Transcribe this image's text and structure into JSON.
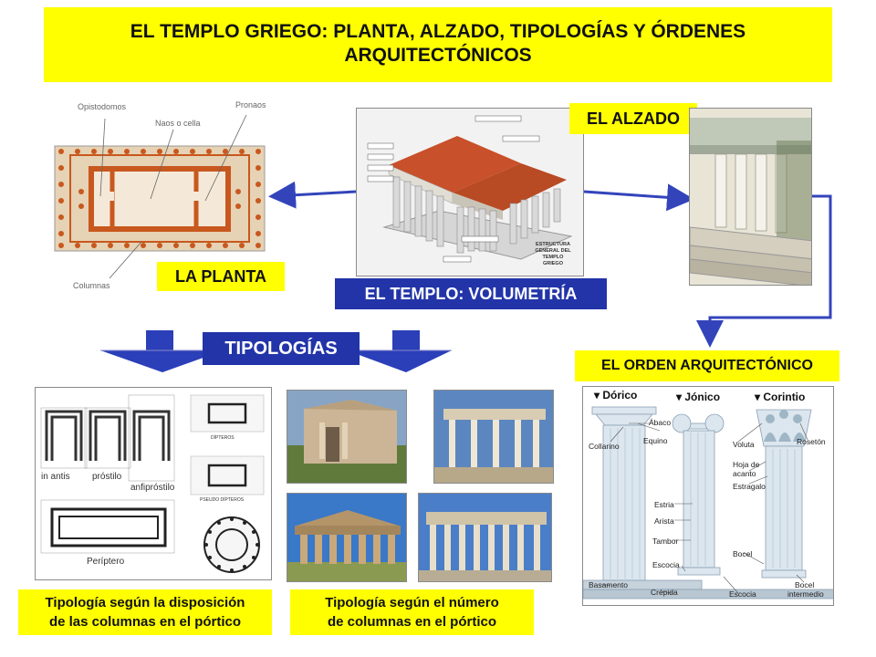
{
  "title": {
    "line1": "EL TEMPLO GRIEGO: PLANTA, ALZADO, TIPOLOGÍAS Y ÓRDENES",
    "line2": "ARQUITECTÓNICOS"
  },
  "planta": {
    "label": "LA PLANTA",
    "parts": {
      "opistodomos": "Opistodomos",
      "naos": "Naos o cella",
      "pronaos": "Pronaos",
      "columnas": "Columnas"
    }
  },
  "templo": {
    "label": "EL TEMPLO: VOLUMETRÍA",
    "caption": [
      "ESTRUCTURA",
      "GENERAL DEL",
      "TEMPLO",
      "GRIEGO"
    ]
  },
  "alzado": {
    "label": "EL ALZADO"
  },
  "tipologias": {
    "label": "TIPOLOGÍAS",
    "plans": {
      "in_antis": "in antis",
      "prostilo": "próstilo",
      "anfiprostilo": "anfipróstilo",
      "periptero": "Períptero",
      "dipteros": "DÍPTEROS",
      "pseudo_dipteros": "PSEUDO DÍPTEROS"
    },
    "caption_columns_position": [
      "Tipología según la disposición",
      "de las columnas en el pórtico"
    ],
    "caption_columns_number": [
      "Tipología según el número",
      "de columnas en el pórtico"
    ]
  },
  "orden": {
    "label": "EL ORDEN ARQUITECTÓNICO",
    "names": [
      "▾ Dórico",
      "▾ Jónico",
      "▾ Corintio"
    ],
    "parts": {
      "abaco": "Ábaco",
      "collarino": "Collarino",
      "equino": "Equino",
      "voluta": "Voluta",
      "roseton": "Rosetón",
      "hoja_acanto_1": "Hoja de",
      "hoja_acanto_2": "acanto",
      "estragalo": "Estragalo",
      "estria": "Estria",
      "arista": "Arista",
      "tambor": "Tambor",
      "bocel": "Bocel",
      "escocia_1": "Escocia",
      "basamento": "Basamento",
      "crepida": "Crépida",
      "escocia_2": "Escocia",
      "bocel_intermedio_1": "Bocel",
      "bocel_intermedio_2": "intermedio"
    }
  },
  "colors": {
    "yellow": "#ffff00",
    "blue_label": "#2234a8",
    "arrow_blue": "#3344bb",
    "brick": "#c8581e"
  }
}
